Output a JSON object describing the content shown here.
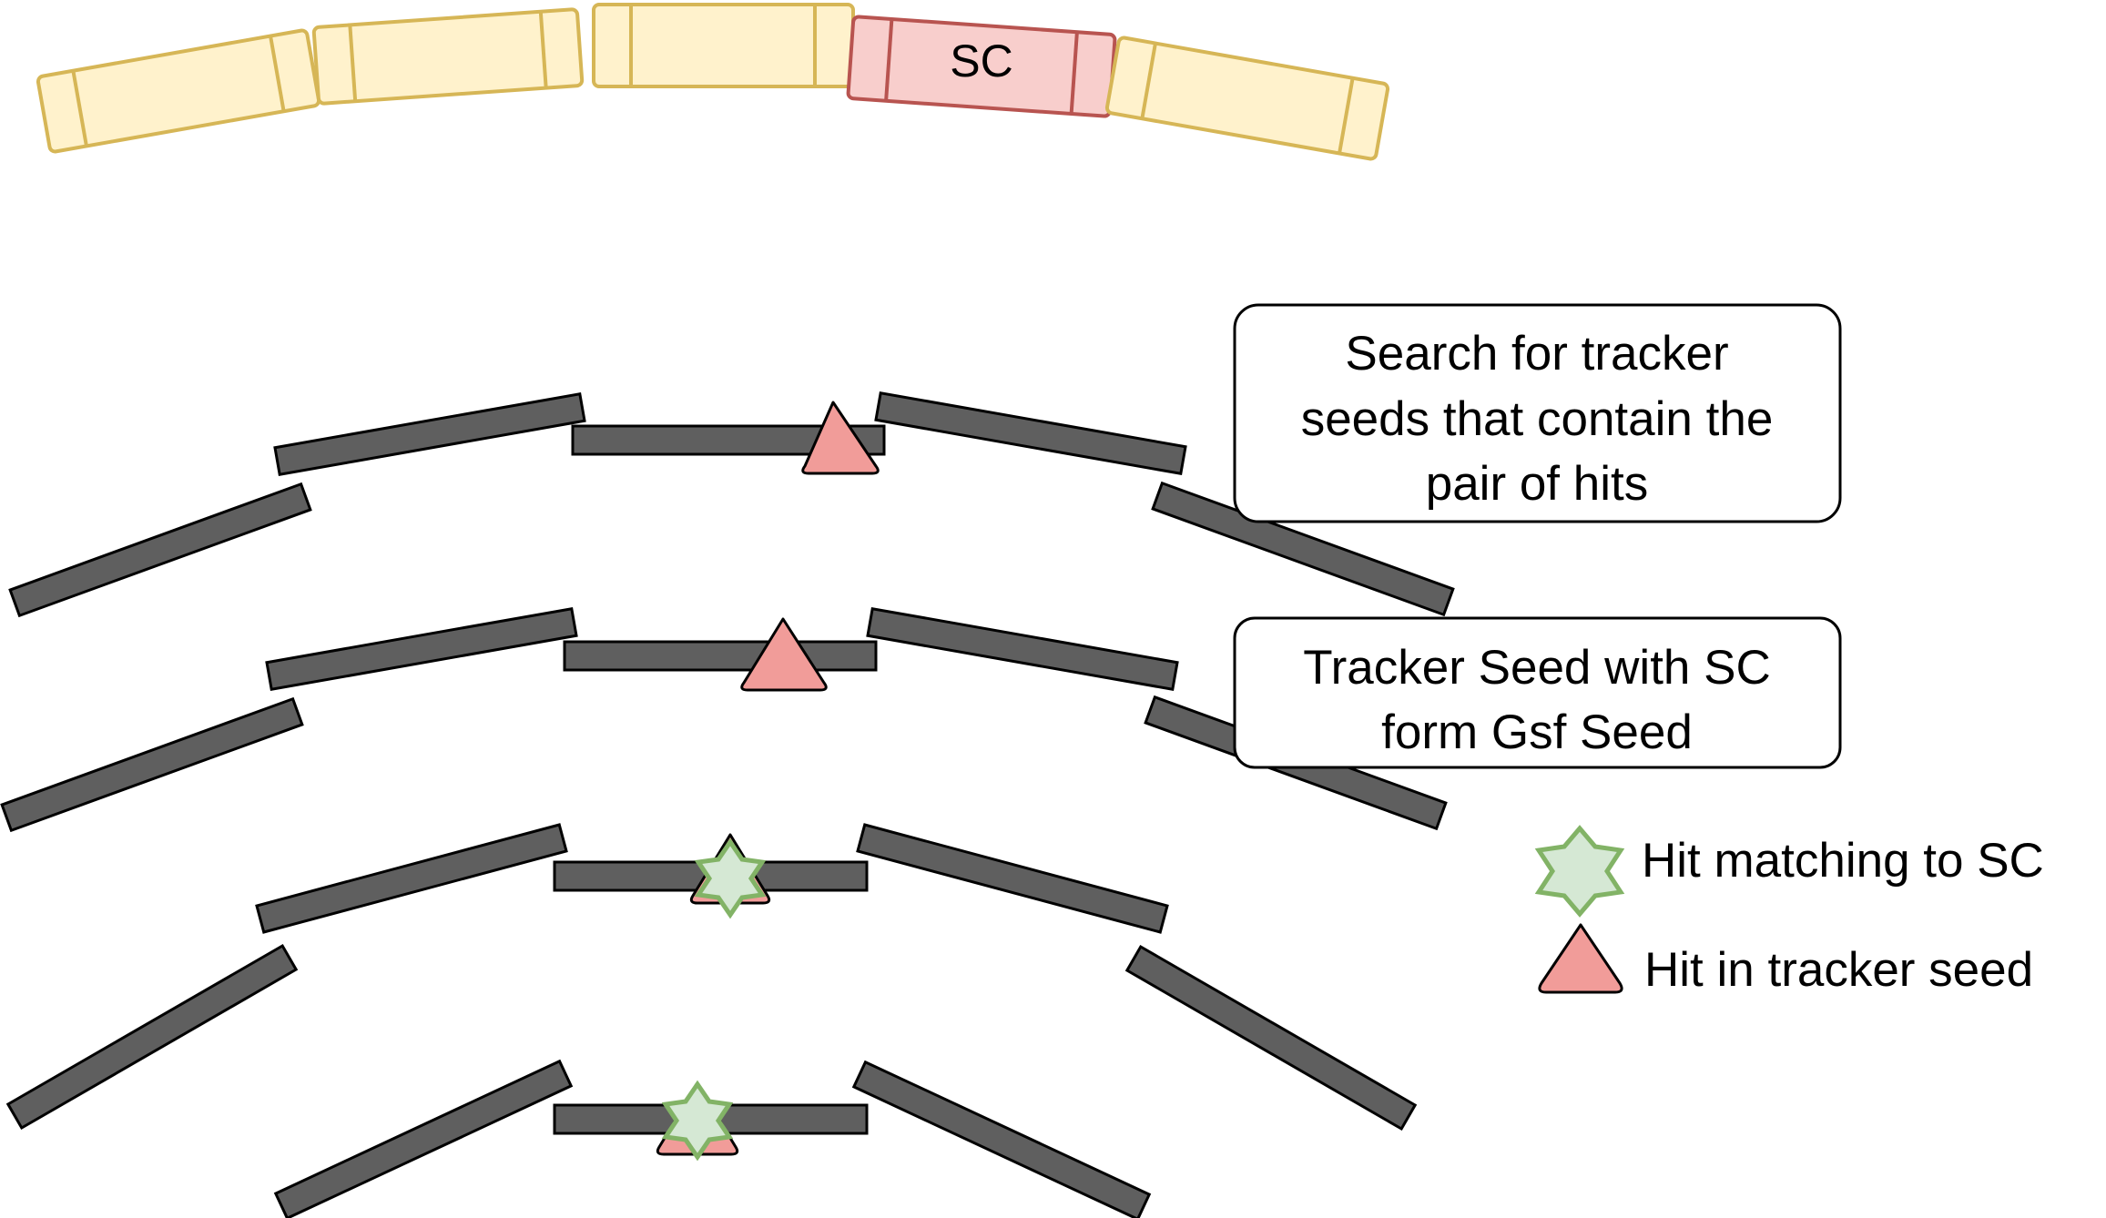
{
  "colors": {
    "calo_fill": "#fff2cc",
    "calo_stroke": "#d6b656",
    "sc_fill": "#f8cecc",
    "sc_stroke": "#b85450",
    "tracker_fill": "#5f5f5f",
    "tracker_stroke": "#000000",
    "hit_triangle": "#f19c99",
    "hit_star_fill": "#d5e8d4",
    "hit_star_stroke": "#82b366"
  },
  "calorimeter": {
    "sc_label": "SC"
  },
  "callouts": {
    "search": {
      "lines": [
        "Search for tracker",
        "seeds that contain the",
        "pair of hits"
      ]
    },
    "form": {
      "lines": [
        "Tracker Seed with SC",
        "form Gsf Seed"
      ]
    }
  },
  "legend": {
    "star_label": "Hit matching to SC",
    "star_icon": "green-six-pointed-star",
    "triangle_label": "Hit in tracker seed",
    "triangle_icon": "red-triangle"
  }
}
